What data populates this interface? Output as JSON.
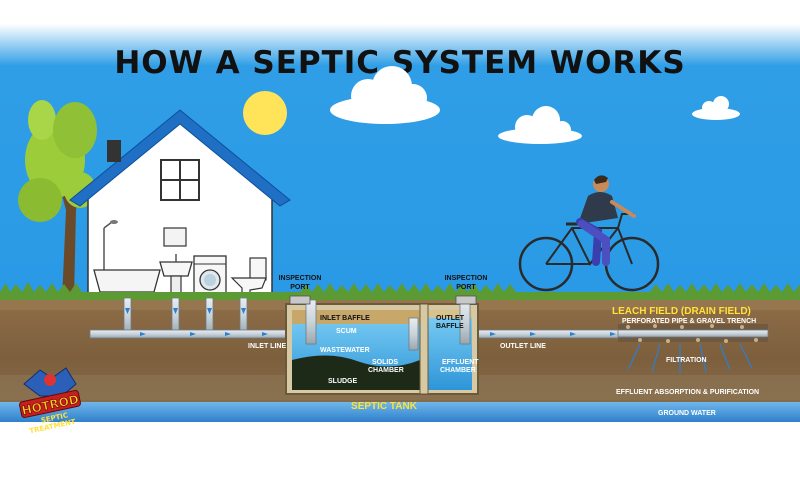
{
  "title": "HOW A SEPTIC SYSTEM WORKS",
  "labels": {
    "inspection_port_left": [
      "INSPECTION",
      "PORT"
    ],
    "inspection_port_right": [
      "INSPECTION",
      "PORT"
    ],
    "inlet_baffle": "INLET BAFFLE",
    "outlet_baffle": [
      "OUTLET",
      "BAFFLE"
    ],
    "scum": "SCUM",
    "wastewater": "WASTEWATER",
    "solids_chamber": [
      "SOLIDS",
      "CHAMBER"
    ],
    "effluent_chamber": [
      "EFFLUENT",
      "CHAMBER"
    ],
    "sludge": "SLUDGE",
    "inlet_line": "INLET LINE",
    "outlet_line": "OUTLET LINE",
    "septic_tank": "SEPTIC TANK",
    "leach_field": "LEACH FIELD (DRAIN FIELD)",
    "perforated_pipe": "PERFORATED PIPE & GRAVEL TRENCH",
    "filtration": "FILTRATION",
    "effluent_absorption": "EFFLUENT ABSORPTION & PURIFICATION",
    "ground_water": "GROUND WATER"
  },
  "logo": {
    "name": "HOTROD",
    "tagline": [
      "SEPTIC",
      "TREATMENT"
    ]
  },
  "colors": {
    "sky": "#2f9ee6",
    "soil": "#8a6a45",
    "grass": "#4f8a2c",
    "groundwater": "#3a8fd6",
    "house_roof": "#1f6fc4",
    "label_yellow": "#ffe23a",
    "tank_water": "#4fb6ec",
    "sludge": "#1e2a18"
  },
  "icons": [
    "sun-icon",
    "cloud-icon",
    "tree-icon",
    "house-icon",
    "bathtub-icon",
    "sink-icon",
    "washing-machine-icon",
    "toilet-icon",
    "bicycle-icon",
    "cyclist-icon"
  ]
}
